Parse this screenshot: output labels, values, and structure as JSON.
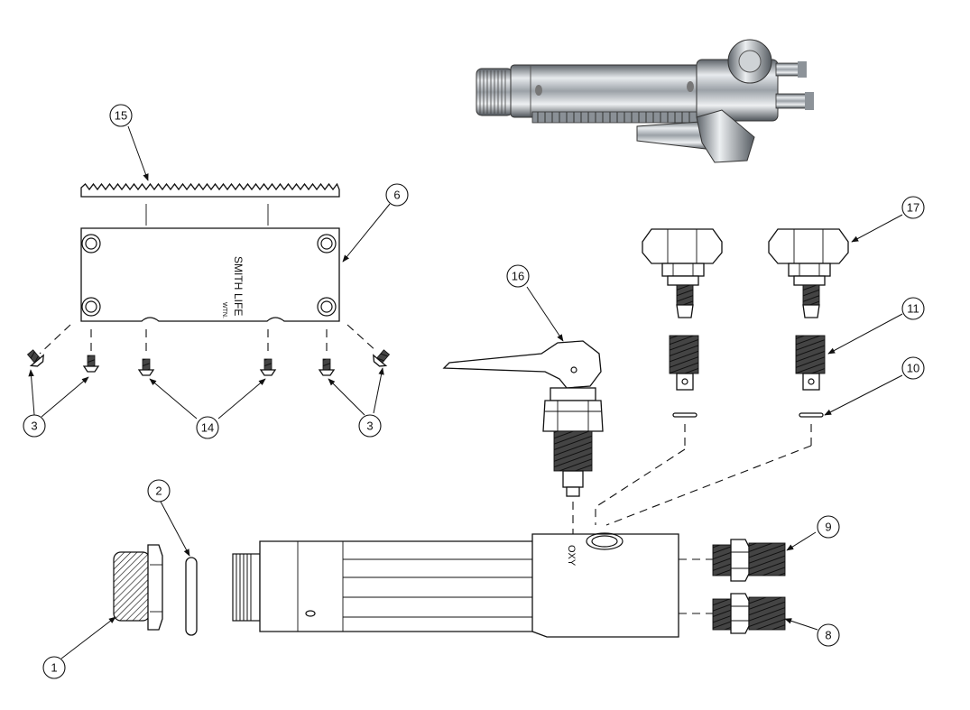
{
  "callouts": [
    {
      "id": "c15",
      "number": "15"
    },
    {
      "id": "c6",
      "number": "6"
    },
    {
      "id": "c3a",
      "number": "3"
    },
    {
      "id": "c14",
      "number": "14"
    },
    {
      "id": "c3b",
      "number": "3"
    },
    {
      "id": "c16",
      "number": "16"
    },
    {
      "id": "c17",
      "number": "17"
    },
    {
      "id": "c11",
      "number": "11"
    },
    {
      "id": "c10",
      "number": "10"
    },
    {
      "id": "c2",
      "number": "2"
    },
    {
      "id": "c9",
      "number": "9"
    },
    {
      "id": "c1",
      "number": "1"
    },
    {
      "id": "c8",
      "number": "8"
    }
  ],
  "plate_label": {
    "line1": "SMITH",
    "line2": "LIFE",
    "line3": "WTN."
  },
  "body_label": "OXY",
  "colors": {
    "ink": "#111111",
    "photo_steel_light": "#d9dde0",
    "photo_steel_dark": "#6c7278"
  }
}
